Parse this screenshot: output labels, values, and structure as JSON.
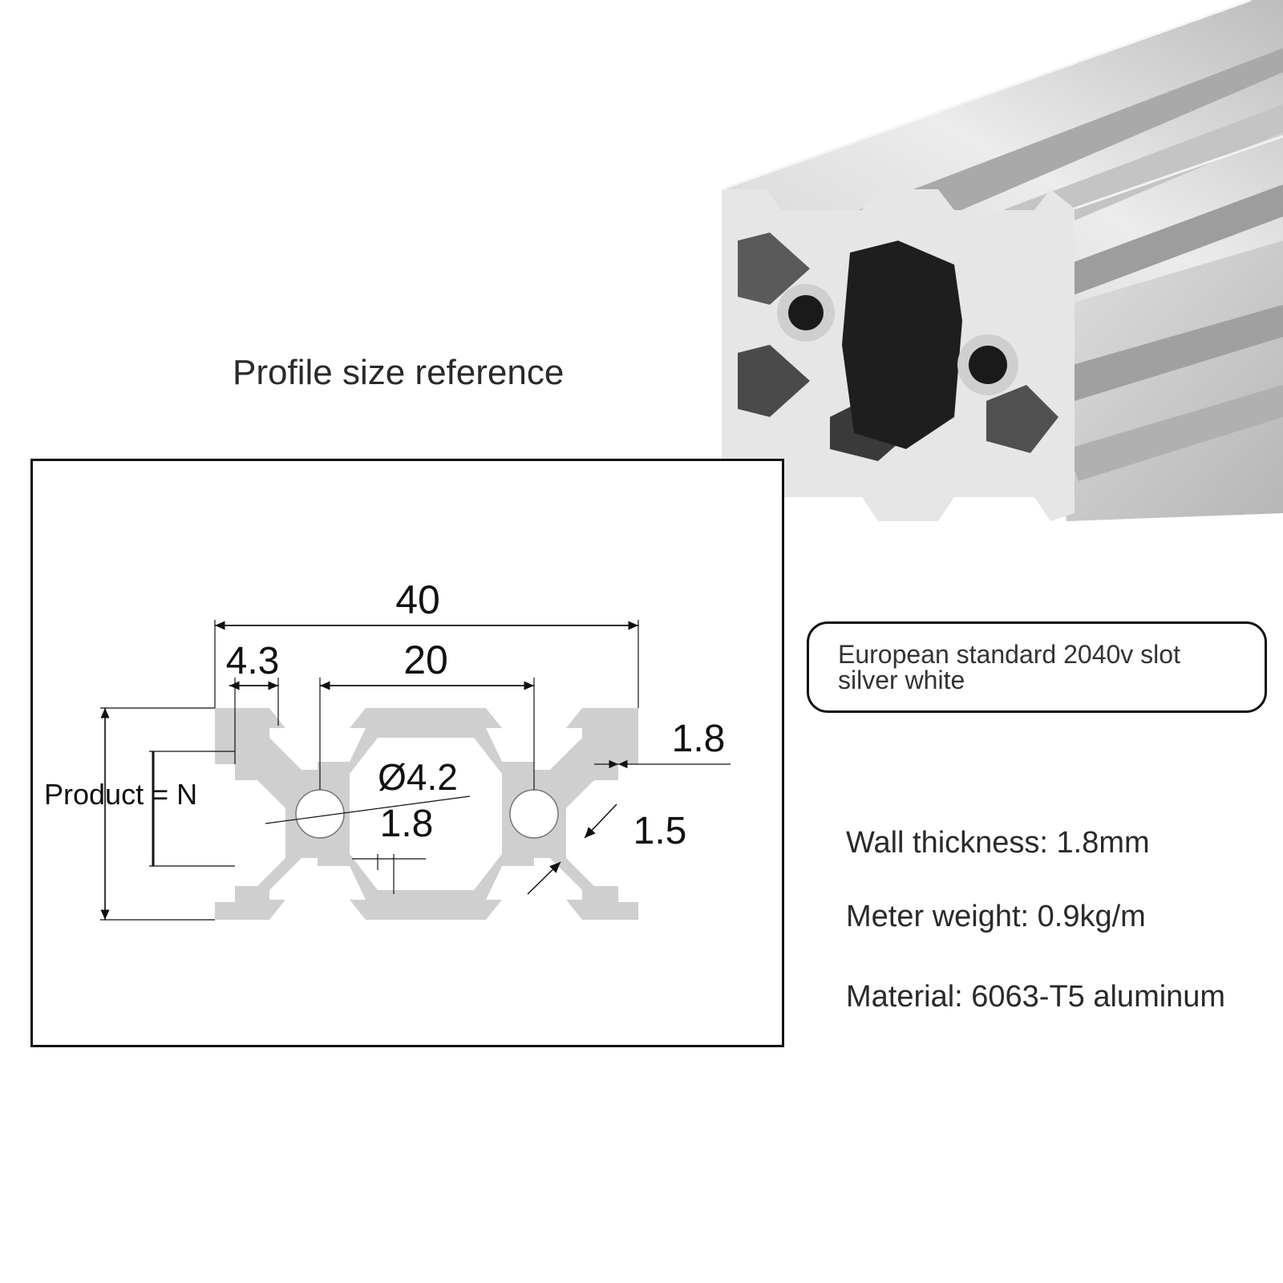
{
  "heading": "Profile size reference",
  "spec_card": {
    "line1": "European standard 2040v slot",
    "line2": "silver white"
  },
  "specs": {
    "wall_thickness": "Wall thickness: 1.8mm",
    "meter_weight": "Meter weight: 0.9kg/m",
    "material": "Material: 6063-T5 aluminum"
  },
  "drawing": {
    "overall_width": "40",
    "slot_opening": "4.3",
    "hole_pitch": "20",
    "hole_diameter": "Ø4.2",
    "inner_wall": "1.8",
    "outer_wall": "1.8",
    "slot_lip": "1.5",
    "product_label": "Product = N"
  },
  "colors": {
    "profile_face": "#cfcfcf",
    "profile_dark": "#1e1e1e",
    "profile_light": "#e4e4e4",
    "line": "#111111"
  }
}
